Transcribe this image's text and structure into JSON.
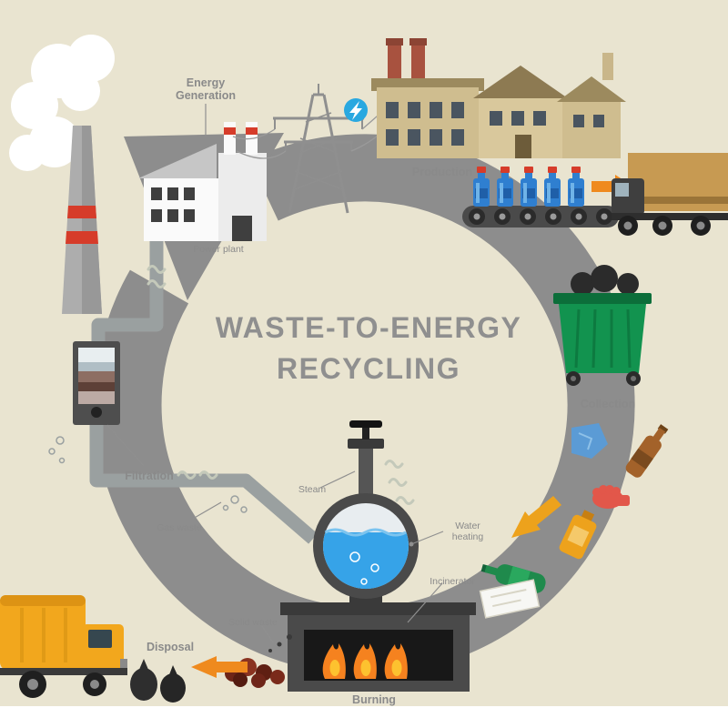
{
  "title": {
    "line1": "WASTE-TO-ENERGY",
    "line2": "RECYCLING"
  },
  "labels": {
    "energy_generation": "Energy Generation",
    "power_plant": "Power plant",
    "production": "Production",
    "collection": "Collection",
    "filtration": "Filtration",
    "steam": "Steam",
    "gas_waste": "Gas waste",
    "water_heating": "Water heating",
    "incinerator": "Incinerator",
    "solid_waste": "Solid waste",
    "disposal": "Disposal",
    "burning": "Burning"
  },
  "colors": {
    "background": "#e9e4d0",
    "ring": "#8d8d8d",
    "title_text": "#8f8f8f",
    "label_text": "#8a8a8a",
    "accent_red": "#d63c2a",
    "accent_orange": "#ef8a1e",
    "bin_green": "#12934f",
    "water_blue": "#36a3e8",
    "flame_orange": "#f5821f",
    "flame_yellow": "#fdc22f",
    "truck_orange": "#f2a71d"
  }
}
